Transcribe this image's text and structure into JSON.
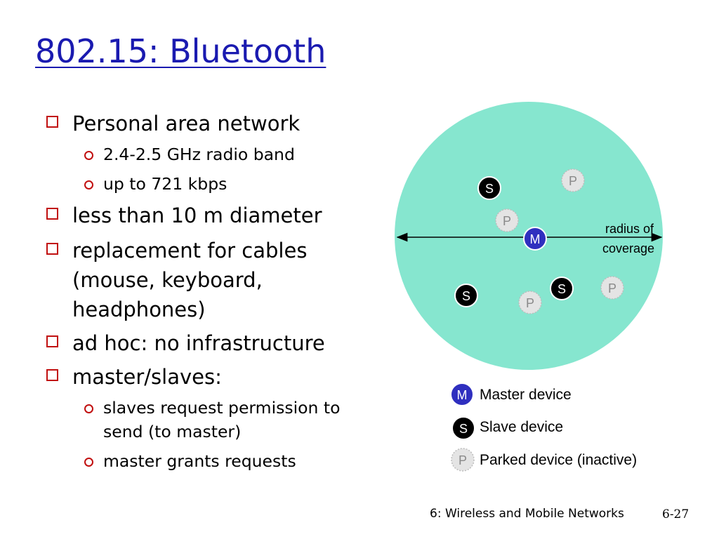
{
  "slide": {
    "title": "802.15: Bluetooth",
    "footer": "6: Wireless and Mobile Networks",
    "page_number": "6-27"
  },
  "bullets": {
    "b1": "Personal area network",
    "b1_sub1": "2.4-2.5 GHz radio band",
    "b1_sub2": "up to 721 kbps",
    "b2": "less than 10 m diameter",
    "b3_line1": "replacement for cables",
    "b3_line2": "(mouse, keyboard,",
    "b3_line3": "headphones)",
    "b4": "ad hoc: no infrastructure",
    "b5": "master/slaves:",
    "b5_sub1_line1": "slaves request permission to",
    "b5_sub1_line2": "send (to master)",
    "b5_sub2": "master grants requests"
  },
  "diagram": {
    "radius_label_line1": "radius of",
    "radius_label_line2": "coverage",
    "master_letter": "M",
    "slave_letter": "S",
    "parked_letter": "P",
    "colors": {
      "coverage_fill": "#86e6cf",
      "master_fill": "#2f2fbf",
      "slave_fill": "#000000",
      "parked_fill": "#e4e4e4"
    }
  },
  "legend": {
    "master_letter": "M",
    "master_label": "Master device",
    "slave_letter": "S",
    "slave_label": "Slave device",
    "parked_letter": "P",
    "parked_label": "Parked device (inactive)"
  }
}
